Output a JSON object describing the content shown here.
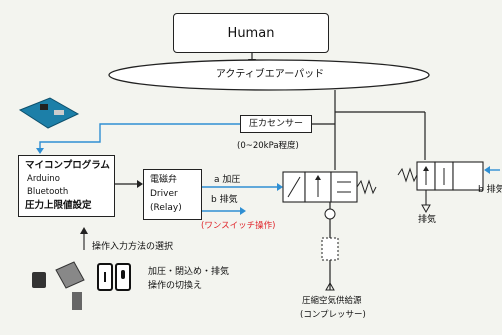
{
  "human": "Human",
  "pad": "アクティブエアーパッド",
  "pressure_sensor": "圧カセンサー",
  "pressure_range": "(0~20kPa程度)",
  "mcu": {
    "title": "マイコンプログラム",
    "lines": [
      "Arduino",
      "Bluetooth",
      "圧力上限値設定"
    ]
  },
  "valve_driver": {
    "lines": [
      "電磁弁",
      "Driver",
      "(Relay)"
    ]
  },
  "signal_a": "a 加圧",
  "signal_b": "b 排気",
  "one_switch": "(ワンスイッチ操作)",
  "input_method": "操作入力方法の選択",
  "mode_switch": [
    "加圧・閉込め・排気",
    "操作の切換え"
  ],
  "exhaust": "排気",
  "right_signal_b": "b 排気",
  "compressor": [
    "圧縮空気供給源",
    "(コンプレッサー)"
  ],
  "colors": {
    "signal": "#2f8fd3",
    "warning": "#e0242a"
  }
}
